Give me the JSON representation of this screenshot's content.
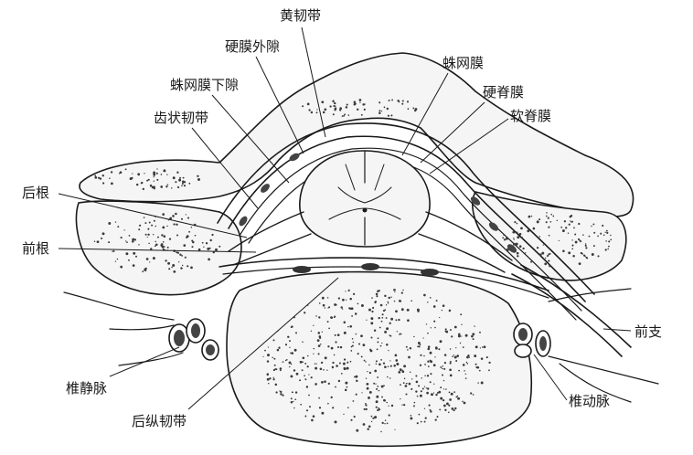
{
  "labels": {
    "ligamentum_flavum": "黄韧带",
    "epidural_space": "硬膜外隙",
    "subarachnoid_space": "蛛网膜下隙",
    "denticulate_ligament": "齿状韧带",
    "posterior_root": "后根",
    "anterior_root": "前根",
    "vertebral_vein": "椎静脉",
    "posterior_longitudinal_ligament": "后纵韧带",
    "arachnoid": "蛛网膜",
    "dura_mater": "硬脊膜",
    "pia_mater": "软脊膜",
    "anterior_ramus": "前支",
    "vertebral_artery": "椎动脉"
  },
  "colors": {
    "ink": "#1a1a1a",
    "paper": "#ffffff",
    "bone": "#f5f5f5"
  }
}
